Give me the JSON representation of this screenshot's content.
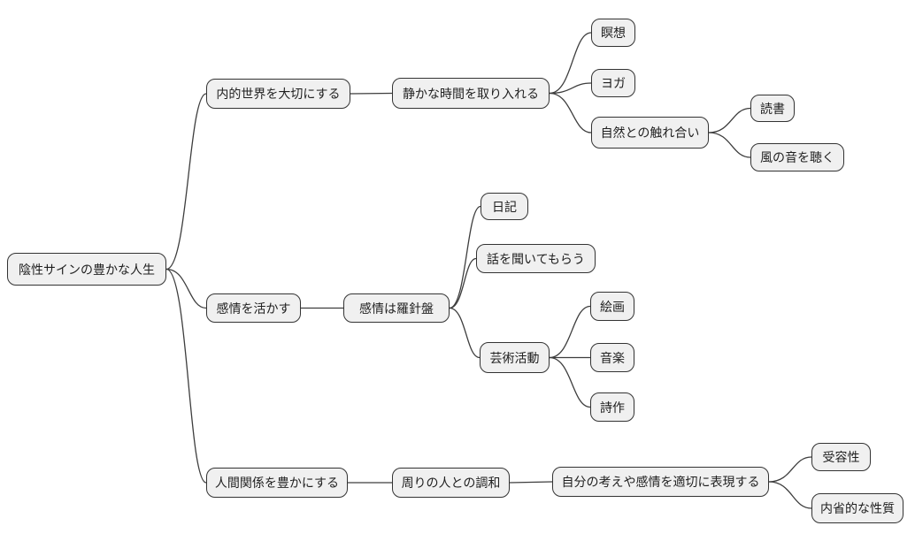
{
  "diagram": {
    "type": "mindmap",
    "title": "陰性サインの豊かな人生",
    "colors": {
      "background": "#ffffff",
      "node_fill": "#f0f0f0",
      "node_border": "#333333",
      "node_text": "#1f1f1f",
      "edge_line": "#3d3d3d"
    },
    "nodes": [
      {
        "id": "root",
        "parent": null,
        "label": "陰性サインの豊かな人生"
      },
      {
        "id": "inner-world",
        "parent": "root",
        "label": "内的世界を大切にする"
      },
      {
        "id": "quiet-time",
        "parent": "inner-world",
        "label": "静かな時間を取り入れる"
      },
      {
        "id": "meditation",
        "parent": "quiet-time",
        "label": "瞑想"
      },
      {
        "id": "yoga",
        "parent": "quiet-time",
        "label": "ヨガ"
      },
      {
        "id": "nature-contact",
        "parent": "quiet-time",
        "label": "自然との触れ合い"
      },
      {
        "id": "reading",
        "parent": "nature-contact",
        "label": "読書"
      },
      {
        "id": "wind-sound",
        "parent": "nature-contact",
        "label": "風の音を聴く"
      },
      {
        "id": "use-emotions",
        "parent": "root",
        "label": "感情を活かす"
      },
      {
        "id": "emotion-compass",
        "parent": "use-emotions",
        "label": "感情は羅針盤"
      },
      {
        "id": "diary",
        "parent": "emotion-compass",
        "label": "日記"
      },
      {
        "id": "being-heard",
        "parent": "emotion-compass",
        "label": "話を聞いてもらう"
      },
      {
        "id": "art-activities",
        "parent": "emotion-compass",
        "label": "芸術活動"
      },
      {
        "id": "painting",
        "parent": "art-activities",
        "label": "絵画"
      },
      {
        "id": "music",
        "parent": "art-activities",
        "label": "音楽"
      },
      {
        "id": "poetry",
        "parent": "art-activities",
        "label": "詩作"
      },
      {
        "id": "rich-relationships",
        "parent": "root",
        "label": "人間関係を豊かにする"
      },
      {
        "id": "harmony",
        "parent": "rich-relationships",
        "label": "周りの人との調和"
      },
      {
        "id": "express",
        "parent": "harmony",
        "label": "自分の考えや感情を適切に表現する"
      },
      {
        "id": "receptivity",
        "parent": "express",
        "label": "受容性"
      },
      {
        "id": "introspective",
        "parent": "express",
        "label": "内省的な性質"
      }
    ]
  }
}
